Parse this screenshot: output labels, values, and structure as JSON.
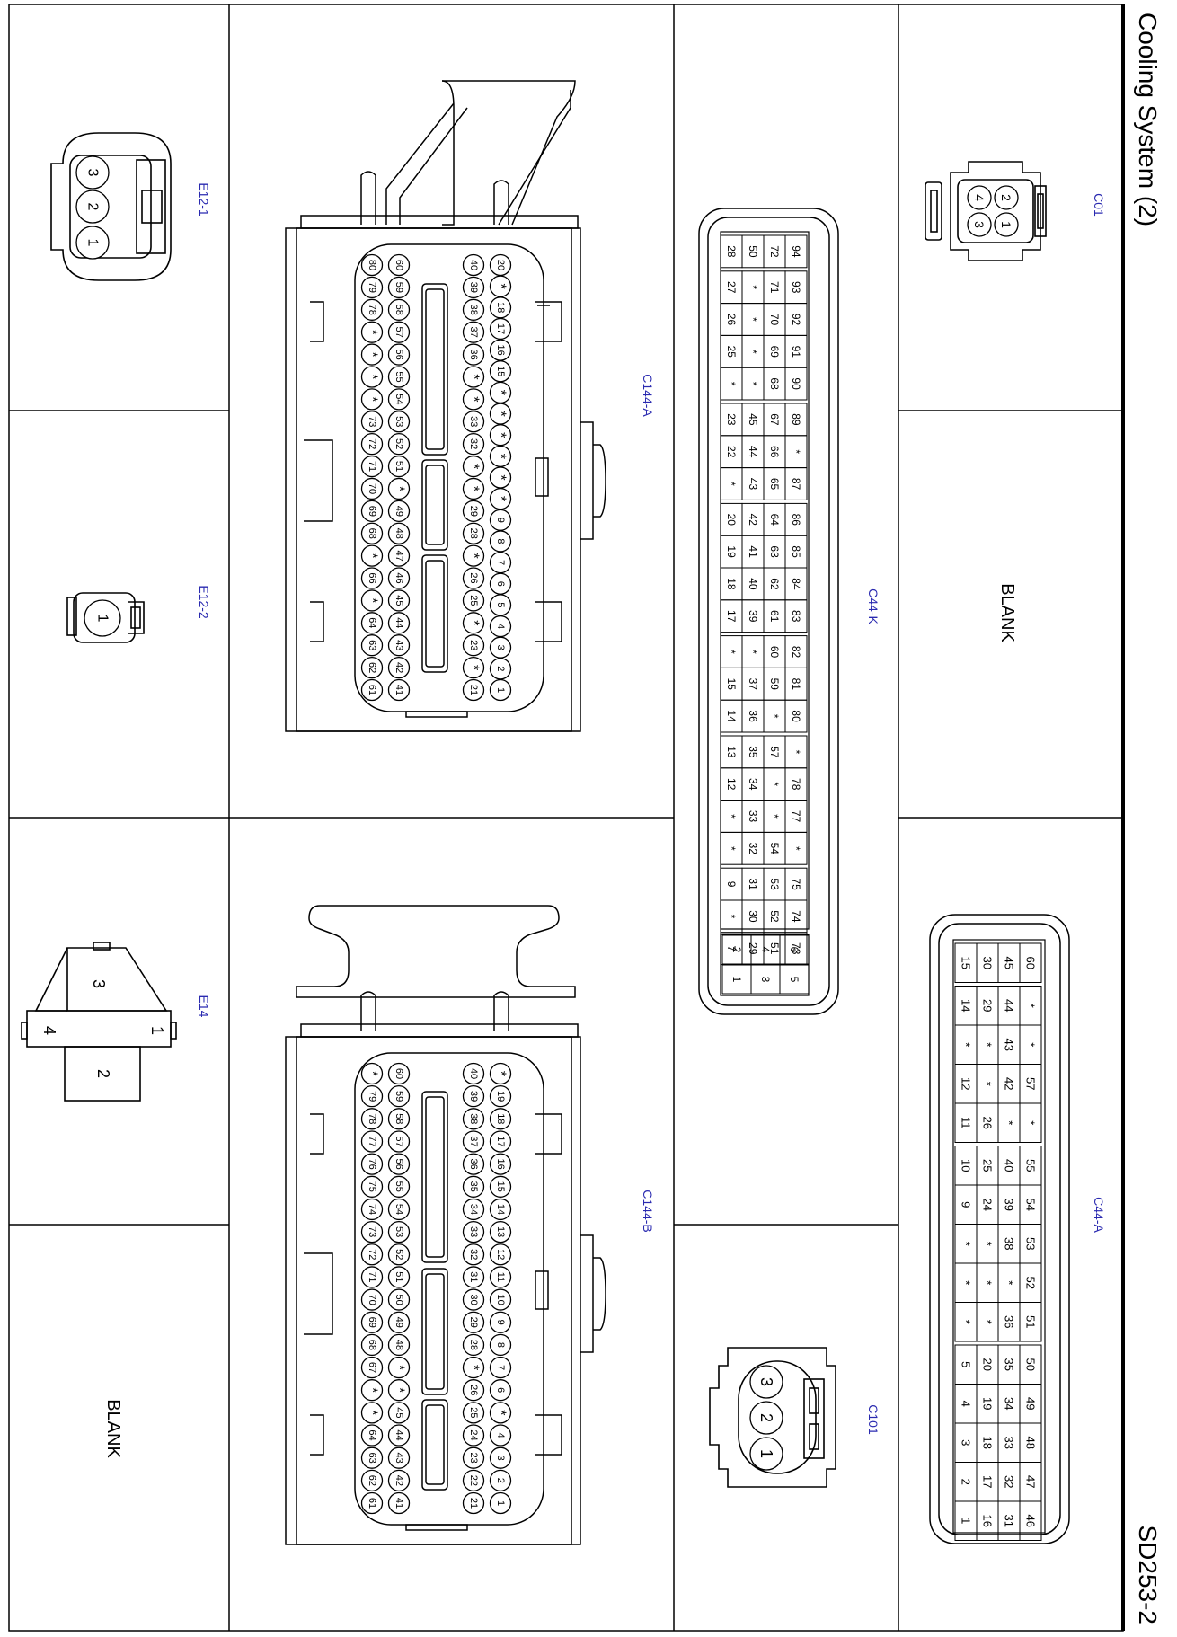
{
  "page": {
    "title": "Cooling System (2)",
    "code": "SD253-2"
  },
  "connectors": {
    "c01": "C01",
    "blank_right": "BLANK",
    "c44a": "C44-A",
    "c44k": "C44-K",
    "c101": "C101",
    "c144a": "C144-A",
    "c144b": "C144-B",
    "e12_1": "E12-1",
    "e12_2": "E12-2",
    "e14": "E14",
    "blank_left": "BLANK"
  },
  "pins": {
    "c01": [
      "2",
      "1",
      "4",
      "3"
    ],
    "c101": [
      "3",
      "2",
      "1"
    ],
    "e12_1": [
      "3",
      "2",
      "1"
    ],
    "e12_2": [
      "1"
    ],
    "e14": [
      "3",
      "4",
      "1",
      "2"
    ],
    "c44k": {
      "rows": [
        [
          "94",
          "93",
          "92",
          "91",
          "90",
          "89",
          "*",
          "87",
          "86",
          "85",
          "84",
          "83",
          "82",
          "81",
          "80",
          "*",
          "78",
          "77",
          "*",
          "75",
          "74",
          "73"
        ],
        [
          "72",
          "71",
          "70",
          "69",
          "68",
          "67",
          "66",
          "65",
          "64",
          "63",
          "62",
          "61",
          "60",
          "59",
          "*",
          "57",
          "*",
          "*",
          "54",
          "53",
          "52",
          "51"
        ],
        [
          "50",
          "*",
          "*",
          "*",
          "*",
          "45",
          "44",
          "43",
          "42",
          "41",
          "40",
          "39",
          "*",
          "37",
          "36",
          "35",
          "34",
          "33",
          "32",
          "31",
          "30",
          "29"
        ],
        [
          "28",
          "27",
          "26",
          "25",
          "*",
          "23",
          "22",
          "*",
          "20",
          "19",
          "18",
          "17",
          "*",
          "15",
          "14",
          "13",
          "12",
          "*",
          "*",
          "9",
          "*",
          "7"
        ]
      ],
      "extra": [
        [
          "6",
          "5"
        ],
        [
          "4",
          "3"
        ],
        [
          "2",
          "1"
        ]
      ]
    },
    "c44a": {
      "rows": [
        [
          "60",
          "*",
          "*",
          "57",
          "*",
          "55",
          "54",
          "53",
          "52",
          "51",
          "50",
          "49",
          "48",
          "47",
          "46"
        ],
        [
          "45",
          "44",
          "43",
          "42",
          "*",
          "40",
          "39",
          "38",
          "*",
          "36",
          "35",
          "34",
          "33",
          "32",
          "31"
        ],
        [
          "30",
          "29",
          "*",
          "*",
          "26",
          "25",
          "24",
          "*",
          "*",
          "*",
          "20",
          "19",
          "18",
          "17",
          "16"
        ],
        [
          "15",
          "14",
          "*",
          "12",
          "11",
          "10",
          "9",
          "*",
          "*",
          "*",
          "5",
          "4",
          "3",
          "2",
          "1"
        ]
      ]
    },
    "c144a": {
      "rows": [
        [
          "20",
          "*",
          "18",
          "17",
          "16",
          "15",
          "*",
          "*",
          "*",
          "*",
          "*",
          "*",
          "9",
          "8",
          "7",
          "6",
          "5",
          "4",
          "3",
          "2",
          "1"
        ],
        [
          "40",
          "39",
          "38",
          "37",
          "36",
          "*",
          "*",
          "33",
          "32",
          "*",
          "*",
          "29",
          "28",
          "*",
          "26",
          "25",
          "*",
          "23",
          "*",
          "21"
        ],
        [
          "60",
          "59",
          "58",
          "57",
          "56",
          "55",
          "54",
          "53",
          "52",
          "51",
          "*",
          "49",
          "48",
          "47",
          "46",
          "45",
          "44",
          "43",
          "42",
          "41"
        ],
        [
          "80",
          "79",
          "78",
          "*",
          "*",
          "*",
          "*",
          "73",
          "72",
          "71",
          "70",
          "69",
          "68",
          "*",
          "66",
          "*",
          "64",
          "63",
          "62",
          "61"
        ]
      ]
    },
    "c144b": {
      "rows": [
        [
          "*",
          "19",
          "18",
          "17",
          "16",
          "15",
          "14",
          "13",
          "12",
          "11",
          "10",
          "9",
          "8",
          "7",
          "6",
          "*",
          "4",
          "3",
          "2",
          "1"
        ],
        [
          "40",
          "39",
          "38",
          "37",
          "36",
          "35",
          "34",
          "33",
          "32",
          "31",
          "30",
          "29",
          "28",
          "*",
          "26",
          "25",
          "24",
          "23",
          "22",
          "21"
        ],
        [
          "60",
          "59",
          "58",
          "57",
          "56",
          "55",
          "54",
          "53",
          "52",
          "51",
          "50",
          "49",
          "48",
          "*",
          "*",
          "45",
          "44",
          "43",
          "42",
          "41"
        ],
        [
          "*",
          "79",
          "78",
          "77",
          "76",
          "75",
          "74",
          "73",
          "72",
          "71",
          "70",
          "69",
          "68",
          "67",
          "*",
          "*",
          "64",
          "63",
          "62",
          "61"
        ]
      ]
    }
  }
}
